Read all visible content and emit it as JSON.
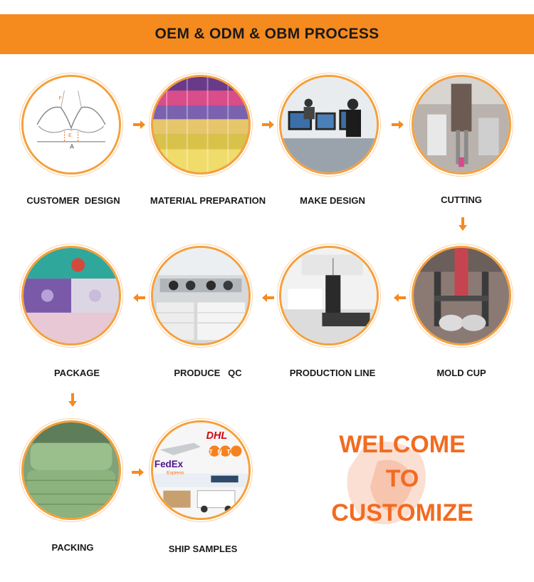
{
  "banner": {
    "title": "OEM & ODM & OBM PROCESS"
  },
  "colors": {
    "accent": "#f58a1f",
    "circle_border": "#f5a03c",
    "welcome_text": "#f26b21"
  },
  "steps": [
    {
      "label": "CUSTOMER  DESIGN"
    },
    {
      "label": "MATERIAL PREPARATION"
    },
    {
      "label": "MAKE DESIGN"
    },
    {
      "label": "CUTTING"
    },
    {
      "label": "MOLD CUP"
    },
    {
      "label": "PRODUCTION LINE"
    },
    {
      "label": "PRODUCE   QC"
    },
    {
      "label": "PACKAGE"
    },
    {
      "label": "PACKING"
    },
    {
      "label": "SHIP SAMPLES"
    }
  ],
  "welcome": {
    "line1": "WELCOME",
    "line2": "TO",
    "line3": "CUSTOMIZE"
  },
  "ship_logos": {
    "dhl": "DHL",
    "tnt": "TNT",
    "fedex": "FedEx",
    "fedex_sub": "Express"
  },
  "design_marks": {
    "a": "A",
    "e": "E",
    "f": "F"
  }
}
